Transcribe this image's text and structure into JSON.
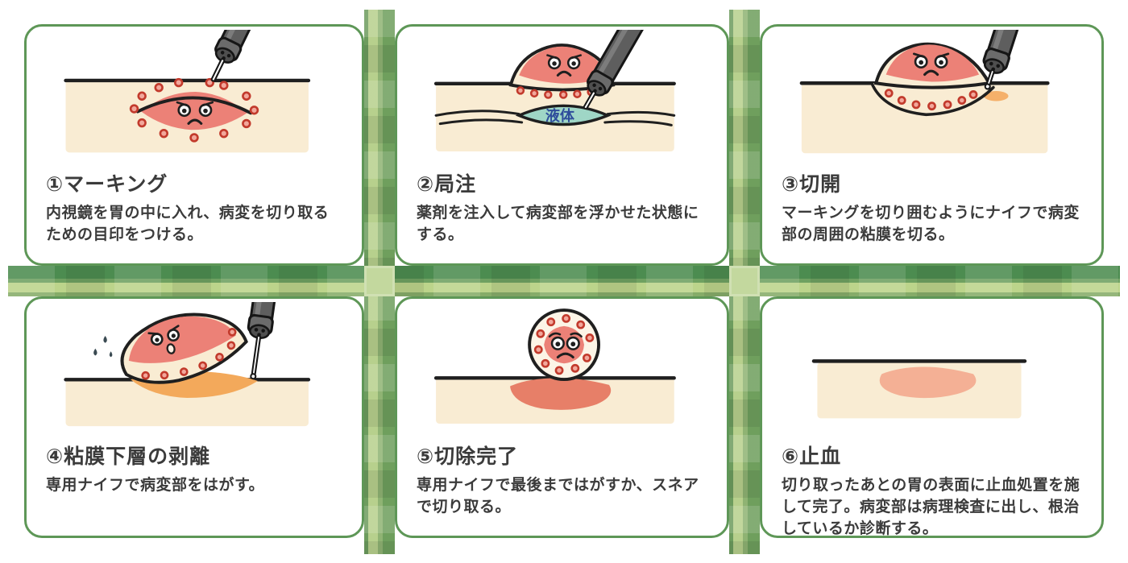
{
  "steps": [
    {
      "title": "①マーキング",
      "description": "内視鏡を胃の中に入れ、病変を切り取るための目印をつける。"
    },
    {
      "title": "②局注",
      "description": "薬剤を注入して病変部を浮かせた状態にする。",
      "liquid_label": "液体"
    },
    {
      "title": "③切開",
      "description": "マーキングを切り囲むようにナイフで病変部の周囲の粘膜を切る。"
    },
    {
      "title": "④粘膜下層の剥離",
      "description": "専用ナイフで病変部をはがす。"
    },
    {
      "title": "⑤切除完了",
      "description": "専用ナイフで最後まではがすか、スネアで切り取る。"
    },
    {
      "title": "⑥止血",
      "description": "切り取ったあとの胃の表面に止血処置を施して完了。病変部は病理検査に出し、根治しているか診断する。"
    }
  ],
  "colors": {
    "card_border": "#5e9757",
    "lattice_light": "#bcd48b",
    "lattice_medium": "#7ba565",
    "lattice_dark": "#4c8c50",
    "mucosa": "#f9ecd3",
    "lesion": "#ec8177",
    "marking_dot": "#c23a2c",
    "liquid_fill": "#9fd6c6",
    "liquid_text": "#2e4d9b",
    "submucosa": "#f3a95b",
    "wound": "#e77f68",
    "healed_area": "#f4b095",
    "endoscope": "#5e5e5e"
  }
}
